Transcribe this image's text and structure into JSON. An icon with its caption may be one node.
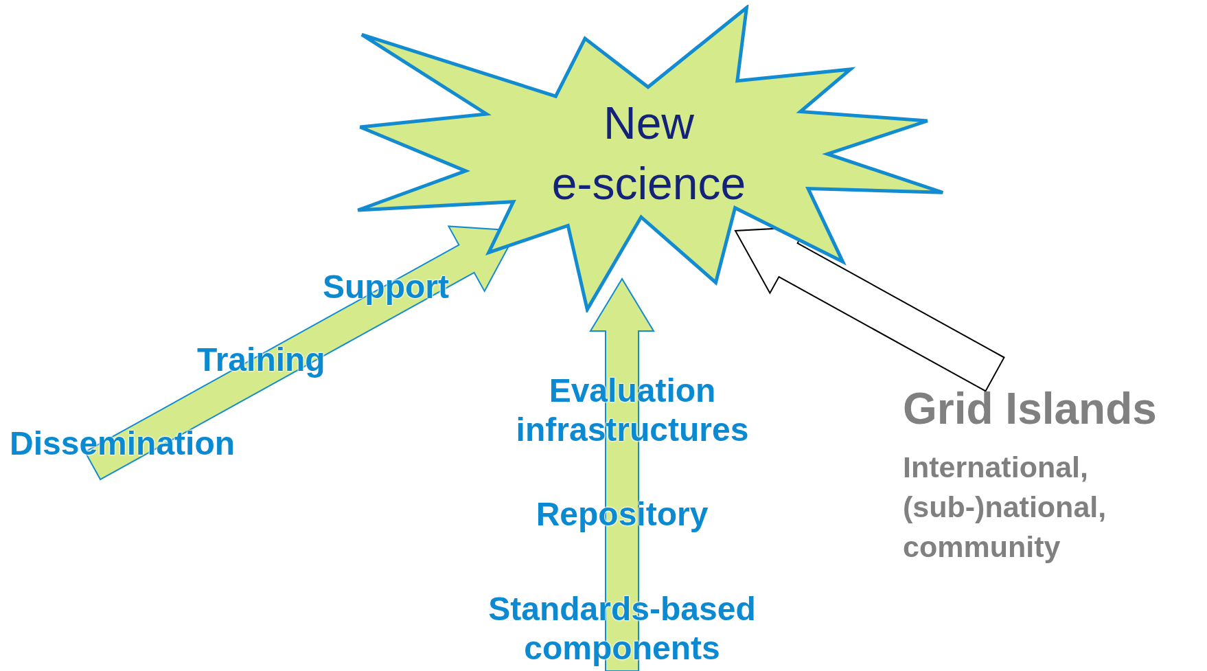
{
  "diagram": {
    "nodes": [
      {
        "text": [
          "New e-science"
        ]
      },
      {
        "text": [
          "Grid Islands",
          "International, (sub-)national, community"
        ]
      }
    ],
    "edges": [
      {
        "from": null,
        "to": 0,
        "arrow": "to"
      },
      {
        "from": null,
        "to": 0,
        "arrow": "to"
      },
      {
        "from": 1,
        "to": 0,
        "arrow": "to",
        "color": "#000000"
      }
    ],
    "labels": [
      "Support",
      "Training",
      "Dissemination",
      "Evaluation infrastructures",
      "Repository",
      "Standards-based components"
    ]
  }
}
